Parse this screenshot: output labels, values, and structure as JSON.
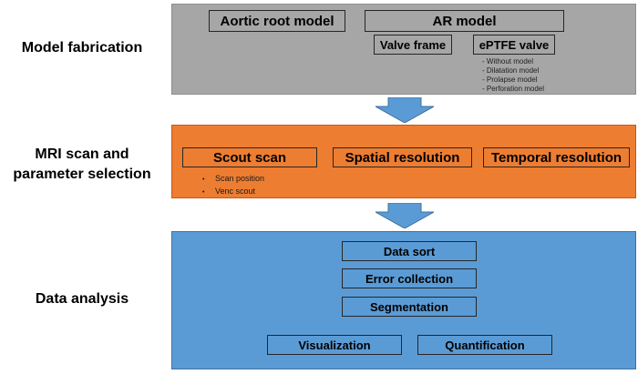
{
  "stages": {
    "fabrication": "Model fabrication",
    "mri_line1": "MRI scan and",
    "mri_line2": "parameter selection",
    "analysis": "Data analysis"
  },
  "fabrication": {
    "aortic_root": "Aortic root model",
    "ar_model": "AR model",
    "valve_frame": "Valve frame",
    "eptfe_valve": "ePTFE valve",
    "eptfe_items": [
      "- Without model",
      "- Dilatation model",
      "- Prolapse model",
      "- Perforation model"
    ]
  },
  "mri": {
    "scout_scan": "Scout scan",
    "spatial": "Spatial resolution",
    "temporal": "Temporal resolution",
    "scout_items": [
      "Scan position",
      "Venc scout"
    ]
  },
  "analysis": {
    "data_sort": "Data sort",
    "error_collection": "Error collection",
    "segmentation": "Segmentation",
    "visualization": "Visualization",
    "quantification": "Quantification"
  },
  "colors": {
    "gray_panel": "#a6a6a6",
    "orange_panel": "#ed7d31",
    "blue_panel": "#5b9bd5",
    "arrow": "#5b9bd5"
  }
}
